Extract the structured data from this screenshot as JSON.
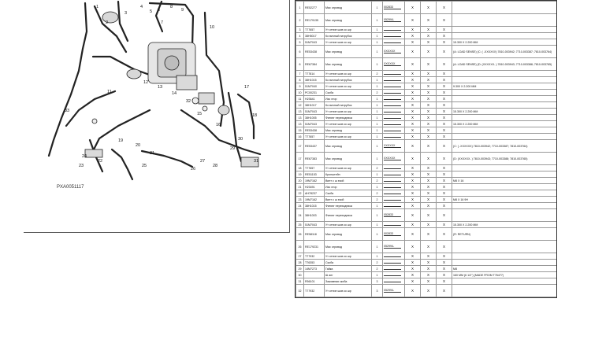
{
  "diagram": {
    "figure_code": "PXA0051117",
    "callouts": [
      "1",
      "2",
      "3",
      "4",
      "5",
      "6",
      "7",
      "8",
      "9",
      "10",
      "11",
      "12",
      "13",
      "14",
      "15",
      "16",
      "17",
      "18",
      "19",
      "20",
      "21",
      "22",
      "23",
      "24",
      "25",
      "26",
      "27",
      "28",
      "29",
      "30",
      "31",
      "32",
      "33"
    ]
  },
  "parts_table": {
    "rows": [
      {
        "ref": "1",
        "part": "RE52277",
        "desc": "Мас огровод",
        "qty": "1",
        "serial": "002833",
        "x": [
          "X",
          "X",
          "X"
        ],
        "remarks": ""
      },
      {
        "ref": "2",
        "part": "RE179135",
        "desc": "Мас огровод",
        "qty": "1",
        "serial": "052994-",
        "x": [
          "X",
          "X",
          "X"
        ],
        "remarks": ""
      },
      {
        "ref": "3",
        "part": "T77657",
        "desc": "Ут отние шов ко шр",
        "qty": "1",
        "serial": "",
        "x": [
          "X",
          "X",
          "X"
        ],
        "remarks": ""
      },
      {
        "ref": "4",
        "part": "38H5017",
        "desc": "Ко вичный патрубок",
        "qty": "1",
        "serial": "",
        "x": [
          "X",
          "X",
          "X"
        ],
        "remarks": ""
      },
      {
        "ref": "5",
        "part": "51M7043",
        "desc": "Ут отние шов ко шр",
        "qty": "1",
        "serial": "",
        "x": [
          "X",
          "X",
          "X"
        ],
        "remarks": "15.300 X 2.200 MM"
      },
      {
        "ref": "6",
        "part": "RE53438",
        "desc": "Мас огровод",
        "qty": "1",
        "serial": "XXXXXX",
        "x": [
          "X",
          "X",
          "X"
        ],
        "remarks": "(A: LOAD SENSE) (C: ( -XXXXXX) 7810-003942; 7710-003387; 7810-003764)"
      },
      {
        "ref": "6",
        "part": "RE67384",
        "desc": "Мас огровод",
        "qty": "1",
        "serial": "XXXXXX",
        "x": [
          "X",
          "X",
          "X"
        ],
        "remarks": "(A: LOAD SENSE) (D: (XXXXXX- ) 7810-003943; 7710-003388; 7810-003765)"
      },
      {
        "ref": "7",
        "part": "T77814",
        "desc": "Ут отние шов ко шр",
        "qty": "2",
        "serial": "",
        "x": [
          "X",
          "X",
          "X"
        ],
        "remarks": ""
      },
      {
        "ref": "8",
        "part": "38H1015",
        "desc": "Ко вичный патрубок",
        "qty": "1",
        "serial": "",
        "x": [
          "X",
          "X",
          "X"
        ],
        "remarks": ""
      },
      {
        "ref": "9",
        "part": "51M7040",
        "desc": "Ут отние шов ко шр",
        "qty": "1",
        "serial": "",
        "x": [
          "X",
          "X",
          "X"
        ],
        "remarks": "9.300 X 2.200 MM"
      },
      {
        "ref": "10",
        "part": "PC00231",
        "desc": "Скоба",
        "qty": "2",
        "serial": "",
        "x": [
          "X",
          "X",
          "X"
        ],
        "remarks": ""
      },
      {
        "ref": "11",
        "part": "H23641",
        "desc": "Изо хтор",
        "qty": "1",
        "serial": "",
        "x": [
          "X",
          "X",
          "X"
        ],
        "remarks": ""
      },
      {
        "ref": "12",
        "part": "38H1017",
        "desc": "Ко вичный патрубок",
        "qty": "1",
        "serial": "",
        "x": [
          "X",
          "X",
          "X"
        ],
        "remarks": ""
      },
      {
        "ref": "13",
        "part": "51M7043",
        "desc": "Ут отние шов ко шр",
        "qty": "1",
        "serial": "",
        "x": [
          "X",
          "X",
          "X"
        ],
        "remarks": "15.300 X 2.200 MM"
      },
      {
        "ref": "13",
        "part": "38H1005",
        "desc": "Фитинг переходника",
        "qty": "1",
        "serial": "",
        "x": [
          "X",
          "X",
          "X"
        ],
        "remarks": ""
      },
      {
        "ref": "13",
        "part": "51M7043",
        "desc": "Ут отние шов ко шр",
        "qty": "1",
        "serial": "",
        "x": [
          "X",
          "X",
          "X"
        ],
        "remarks": "15.300 X 2.200 MM"
      },
      {
        "ref": "15",
        "part": "RE53438",
        "desc": "Мас огровод",
        "qty": "1",
        "serial": "",
        "x": [
          "X",
          "X",
          "X"
        ],
        "remarks": ""
      },
      {
        "ref": "16",
        "part": "T77657",
        "desc": "Ут отние шов ко шр",
        "qty": "1",
        "serial": "",
        "x": [
          "X",
          "X",
          "X"
        ],
        "remarks": ""
      },
      {
        "ref": "17",
        "part": "RE53437",
        "desc": "Мас огровод",
        "qty": "1",
        "serial": "XXXXXX",
        "x": [
          "X",
          "X",
          "X"
        ],
        "remarks": "(C: ( -XXXXXX) 7810-003942; 7710-003387; 7810-003764)"
      },
      {
        "ref": "17",
        "part": "RE67383",
        "desc": "Мас огровод",
        "qty": "1",
        "serial": "XXXXXX",
        "x": [
          "X",
          "X",
          "X"
        ],
        "remarks": "(D: (XXXXXX- ) 7810-003943; 7710-003388; 7810-003765)"
      },
      {
        "ref": "18",
        "part": "T77657",
        "desc": "Ут отние шов ко шр",
        "qty": "2",
        "serial": "",
        "x": [
          "X",
          "X",
          "X"
        ],
        "remarks": ""
      },
      {
        "ref": "19",
        "part": "RE51153",
        "desc": "Кронштейн",
        "qty": "1",
        "serial": "",
        "x": [
          "X",
          "X",
          "X"
        ],
        "remarks": ""
      },
      {
        "ref": "20",
        "part": "19M7162",
        "desc": "Винт с ш екой",
        "qty": "2",
        "serial": "",
        "x": [
          "X",
          "X",
          "X"
        ],
        "remarks": "M8 X 16"
      },
      {
        "ref": "21",
        "part": "H23491",
        "desc": "Изо хтор",
        "qty": "1",
        "serial": "",
        "x": [
          "X",
          "X",
          "X"
        ],
        "remarks": ""
      },
      {
        "ref": "22",
        "part": "AH78237",
        "desc": "Скоба",
        "qty": "2",
        "serial": "",
        "x": [
          "X",
          "X",
          "X"
        ],
        "remarks": ""
      },
      {
        "ref": "23",
        "part": "19M7162",
        "desc": "Винт с ш екой",
        "qty": "2",
        "serial": "",
        "x": [
          "X",
          "X",
          "X"
        ],
        "remarks": "M8 X 16 9H"
      },
      {
        "ref": "24",
        "part": "38H1015",
        "desc": "Фитинг переходника",
        "qty": "1",
        "serial": "",
        "x": [
          "X",
          "X",
          "X"
        ],
        "remarks": ""
      },
      {
        "ref": "24",
        "part": "38H1003",
        "desc": "Фитинг переходника",
        "qty": "1",
        "serial": "052833",
        "x": [
          "X",
          "X",
          "X"
        ],
        "remarks": ""
      },
      {
        "ref": "25",
        "part": "51M7043",
        "desc": "Ут отние шов ко шр",
        "qty": "1",
        "serial": "",
        "x": [
          "X",
          "X",
          "X"
        ],
        "remarks": "15.300 X 2.200 MM"
      },
      {
        "ref": "26",
        "part": "RE58118",
        "desc": "Мас огровод",
        "qty": "1",
        "serial": "002833",
        "x": [
          "X",
          "X",
          "X"
        ],
        "remarks": "(R: RETURN)"
      },
      {
        "ref": "26",
        "part": "RE179231",
        "desc": "Мас огровод",
        "qty": "1",
        "serial": "052994-",
        "x": [
          "X",
          "X",
          "X"
        ],
        "remarks": ""
      },
      {
        "ref": "27",
        "part": "T77932",
        "desc": "Ут отние шов ко шр",
        "qty": "1",
        "serial": "",
        "x": [
          "X",
          "X",
          "X"
        ],
        "remarks": ""
      },
      {
        "ref": "28",
        "part": "T76353",
        "desc": "Скоба",
        "qty": "2",
        "serial": "",
        "x": [
          "X",
          "X",
          "X"
        ],
        "remarks": ""
      },
      {
        "ref": "29",
        "part": "14M7273",
        "desc": "Гайка",
        "qty": "2",
        "serial": "",
        "x": [
          "X",
          "X",
          "X"
        ],
        "remarks": "M8"
      },
      {
        "ref": "30",
        "part": "",
        "desc": "Ш анг",
        "qty": "1",
        "serial": "",
        "x": [
          "X",
          "X",
          "X"
        ],
        "remarks": "160 MM (6 1/2\") (MADE FROM T76477)"
      },
      {
        "ref": "31",
        "part": "R56101",
        "desc": "Зажимная скоба",
        "qty": "3",
        "serial": "",
        "x": [
          "X",
          "X",
          "X"
        ],
        "remarks": ""
      },
      {
        "ref": "32",
        "part": "T77932",
        "desc": "Ут отние шов ко шр",
        "qty": "3",
        "serial": "052994-",
        "x": [
          "X",
          "X",
          "X"
        ],
        "remarks": ""
      },
      {
        "ref": "33",
        "part": "38H5112",
        "desc": "Тройник",
        "qty": "1",
        "serial": "052994-",
        "x": [
          "X",
          "X",
          "X"
        ],
        "remarks": ""
      }
    ]
  }
}
